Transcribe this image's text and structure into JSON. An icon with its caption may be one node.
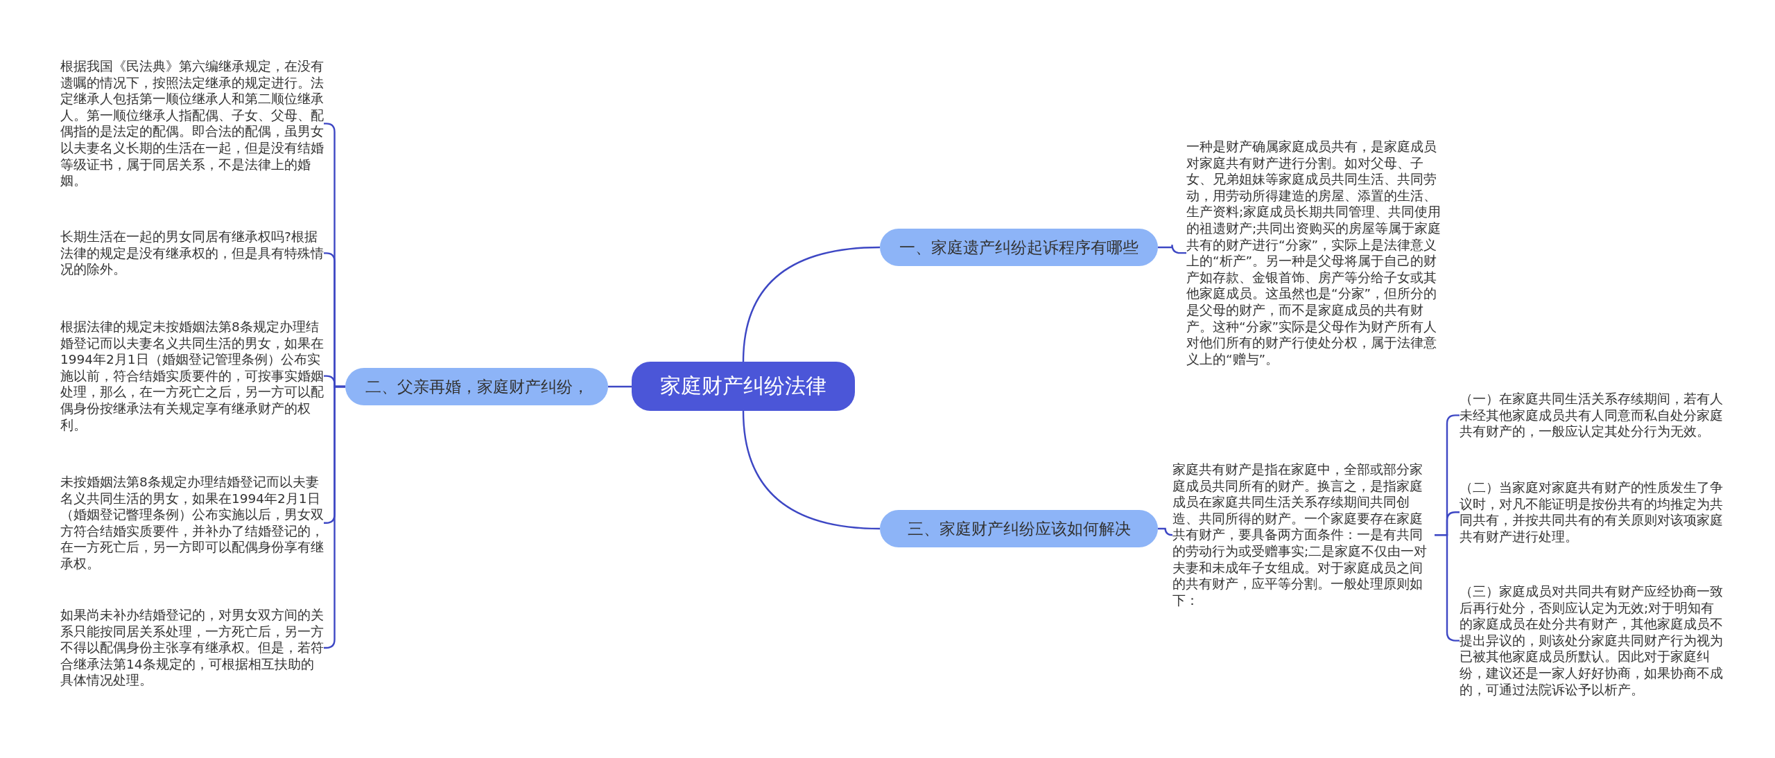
{
  "diagram": {
    "nodes": [
      {
        "text": [
          "家庭财产纠纷法律"
        ]
      },
      {
        "text": [
          "一、家庭遗产纠纷起诉程序有哪些"
        ]
      },
      {
        "text": [
          "一种是财产确属家庭成员共有，是家庭成员对家庭共有财产进行分割。如对父母、子女、兄弟姐妹等家庭成员共同生活、共同劳动，用劳动所得建造的房屋、添置的生活、生产资料;家庭成员长期共同管理、共同使用的祖遗财产;共同出资购买的房屋等属于家庭共有的财产进行“分家”，实际上是法律意义上的“析产”。另一种是父母将属于自己的财产如存款、金银首饰、房产等分给子女或其他家庭成员。这虽然也是“分家”，但所分的是父母的财产，而不是家庭成员的共有财产。这种“分家”实际是父母作为财产所有人对他们所有的财产行使处分权，属于法律意义上的“赠与”。"
        ]
      },
      {
        "text": [
          "二、父亲再婚，家庭财产纠纷，"
        ]
      },
      {
        "text": [
          "根据我国《民法典》第六编继承规定，在没有遗嘱的情况下，按照法定继承的规定进行。法定继承人包括第一顺位继承人和第二顺位继承人。第一顺位继承人指配偶、子女、父母、配偶指的是法定的配偶。即合法的配偶，虽男女以夫妻名义长期的生活在一起，但是没有结婚等级证书，属于同居关系，不是法律上的婚姻。"
        ]
      },
      {
        "text": [
          "长期生活在一起的男女同居有继承权吗?根据法律的规定是没有继承权的，但是具有特殊情况的除外。"
        ]
      },
      {
        "text": [
          "根据法律的规定未按婚姻法第8条规定办理结婚登记而以夫妻名义共同生活的男女，如果在1994年2月1日（婚姻登记管理条例）公布实施以前，符合结婚实质要件的，可按事实婚姻处理，那么，在一方死亡之后，另一方可以配偶身份按继承法有关规定享有继承财产的权利。"
        ]
      },
      {
        "text": [
          "未按婚姻法第8条规定办理结婚登记而以夫妻名义共同生活的男女，如果在1994年2月1日（婚姻登记瞥理条例）公布实施以后，男女双方符合结婚实质要件，并补办了结婚登记的，在一方死亡后，另一方即可以配偶身份享有继承权。"
        ]
      },
      {
        "text": [
          "如果尚未补办结婚登记的，对男女双方间的关系只能按同居关系处理，一方死亡后，另一方不得以配偶身份主张享有继承权。但是，若符合继承法第14条规定的，可根据相互扶助的具体情况处理。"
        ]
      },
      {
        "text": [
          "三、家庭财产纠纷应该如何解决"
        ]
      },
      {
        "text": [
          "家庭共有财产是指在家庭中，全部或部分家庭成员共同所有的财产。换言之，是指家庭成员在家庭共同生活关系存续期间共同创造、共同所得的财产。一个家庭要存在家庭共有财产，要具备两方面条件：一是有共同的劳动行为或受赠事实;二是家庭不仅由一对夫妻和未成年子女组成。对于家庭成员之间的共有财产，应平等分割。一般处理原则如下："
        ]
      },
      {
        "text": [
          "（一）在家庭共同生活关系存续期间，若有人未经其他家庭成员共有人同意而私自处分家庭共有财产的，一般应认定其处分行为无效。"
        ]
      },
      {
        "text": [
          "（二）当家庭对家庭共有财产的性质发生了争议时，对凡不能证明是按份共有的均推定为共同共有，并按共同共有的有关原则对该项家庭共有财产进行处理。"
        ]
      },
      {
        "text": [
          "（三）家庭成员对共同共有财产应经协商一致后再行处分，否则应认定为无效;对于明知有的家庭成员在处分共有财产，其他家庭成员不提出异议的，则该处分家庭共同财产行为视为已被其他家庭成员所默认。因此对于家庭纠纷，建议还是一家人好好协商，如果协商不成的，可通过法院诉讼予以析产。"
        ]
      }
    ],
    "edges": [
      {
        "from": 0,
        "to": 1,
        "arrow": "none"
      },
      {
        "from": 1,
        "to": 2,
        "arrow": "none"
      },
      {
        "from": 0,
        "to": 3,
        "arrow": "none"
      },
      {
        "from": 3,
        "to": 4,
        "arrow": "none"
      },
      {
        "from": 3,
        "to": 5,
        "arrow": "none"
      },
      {
        "from": 3,
        "to": 6,
        "arrow": "none"
      },
      {
        "from": 3,
        "to": 7,
        "arrow": "none"
      },
      {
        "from": 3,
        "to": 8,
        "arrow": "none"
      },
      {
        "from": 0,
        "to": 9,
        "arrow": "none"
      },
      {
        "from": 9,
        "to": 10,
        "arrow": "none"
      },
      {
        "from": 10,
        "to": 11,
        "arrow": "none"
      },
      {
        "from": 10,
        "to": 12,
        "arrow": "none"
      },
      {
        "from": 10,
        "to": 13,
        "arrow": "none"
      }
    ]
  }
}
